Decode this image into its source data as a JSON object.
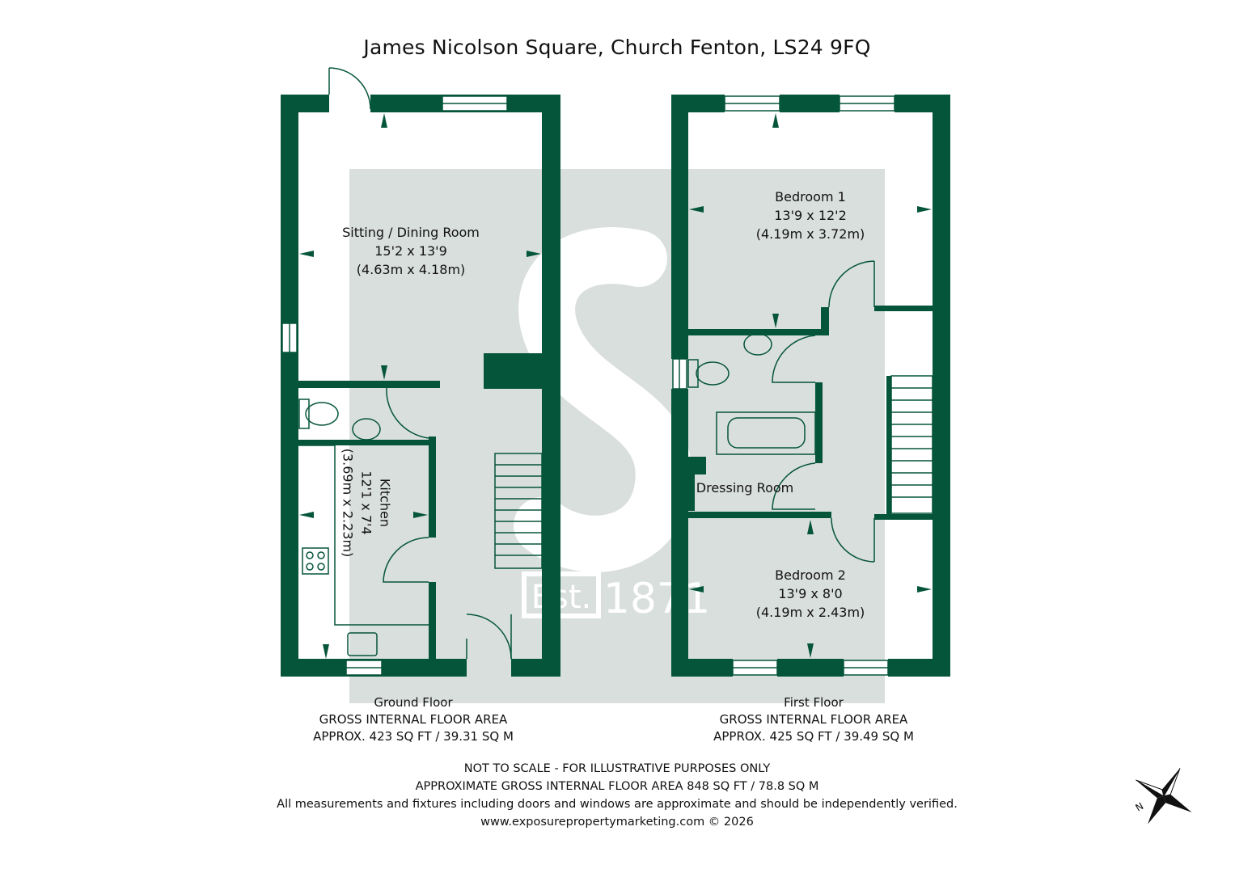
{
  "title": "James Nicolson Square, Church Fenton, LS24 9FQ",
  "colors": {
    "wall": "#05553a",
    "shade": "#d9dfdc",
    "text": "#111111"
  },
  "watermark": {
    "logo_letter": "S",
    "badge": "Est.",
    "year": "1871"
  },
  "ground_floor": {
    "label": "Ground Floor",
    "area_heading": "GROSS INTERNAL FLOOR AREA",
    "area_value": "APPROX. 423 SQ FT / 39.31 SQ M",
    "rooms": {
      "sitting": {
        "name": "Sitting / Dining Room",
        "dims_imperial": "15'2 x 13'9",
        "dims_metric": "(4.63m x 4.18m)"
      },
      "kitchen": {
        "name": "Kitchen",
        "dims_imperial": "12'1 x 7'4",
        "dims_metric": "(3.69m x 2.23m)"
      }
    }
  },
  "first_floor": {
    "label": "First Floor",
    "area_heading": "GROSS INTERNAL FLOOR AREA",
    "area_value": "APPROX. 425 SQ FT / 39.49 SQ M",
    "rooms": {
      "bedroom1": {
        "name": "Bedroom 1",
        "dims_imperial": "13'9 x 12'2",
        "dims_metric": "(4.19m x 3.72m)"
      },
      "dressing": {
        "name": "Dressing Room"
      },
      "bedroom2": {
        "name": "Bedroom 2",
        "dims_imperial": "13'9 x 8'0",
        "dims_metric": "(4.19m x 2.43m)"
      }
    }
  },
  "footer": {
    "line1": "NOT TO SCALE - FOR ILLUSTRATIVE PURPOSES ONLY",
    "line2": "APPROXIMATE GROSS INTERNAL FLOOR AREA 848 SQ FT / 78.8 SQ M",
    "line3": "All measurements and fixtures including doors and windows are approximate and should be independently verified.",
    "line4": "www.exposurepropertymarketing.com © 2026"
  },
  "compass": {
    "letter": "N"
  }
}
